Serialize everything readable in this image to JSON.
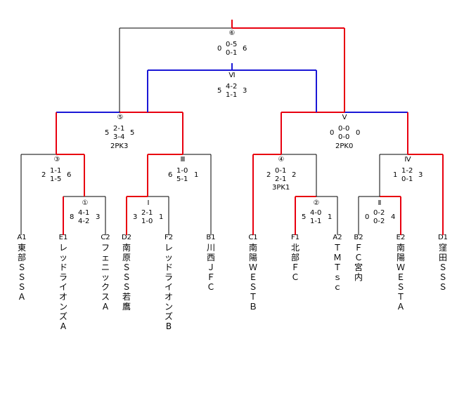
{
  "colors": {
    "winner": "#e8000f",
    "blue": "#1a17d6",
    "line": "#000000"
  },
  "teams": [
    {
      "code": "A1",
      "name": "東部ＳＳＳ　Ａ"
    },
    {
      "code": "E1",
      "name": "レッドライオンズA"
    },
    {
      "code": "C2",
      "name": "フェニックスA"
    },
    {
      "code": "D2",
      "name": "南原ＳＳＳ若鷹"
    },
    {
      "code": "F2",
      "name": "レッドライオンズB"
    },
    {
      "code": "B1",
      "name": "川西ＪＦＣ"
    },
    {
      "code": "C1",
      "name": "南陽ＷＥＳＴ　Ｂ"
    },
    {
      "code": "F1",
      "name": "北部ＦＣ"
    },
    {
      "code": "A2",
      "name": "ＴＭＴｓｃ"
    },
    {
      "code": "B2",
      "name": "ＦＣ宮内"
    },
    {
      "code": "E2",
      "name": "南陽ＷＥＳＴ　Ａ"
    },
    {
      "code": "D1",
      "name": "窪田ＳＳＳ"
    }
  ],
  "matches": {
    "m1": {
      "label": "①",
      "left": "8",
      "right": "3",
      "h1": "4-1",
      "h2": "4-2"
    },
    "mI": {
      "label": "Ⅰ",
      "left": "3",
      "right": "1",
      "h1": "2-1",
      "h2": "1-0"
    },
    "m3": {
      "label": "③",
      "left": "2",
      "right": "6",
      "h1": "1-1",
      "h2": "1-5"
    },
    "mIII": {
      "label": "Ⅲ",
      "left": "6",
      "right": "1",
      "h1": "1-0",
      "h2": "5-1"
    },
    "m2": {
      "label": "②",
      "left": "5",
      "right": "1",
      "h1": "4-0",
      "h2": "1-1"
    },
    "mII": {
      "label": "Ⅱ",
      "left": "0",
      "right": "4",
      "h1": "0-2",
      "h2": "0-2"
    },
    "m4": {
      "label": "④",
      "left": "2",
      "right": "2",
      "h1": "0-1",
      "h2": "2-1",
      "pk": "3PK1"
    },
    "mIV": {
      "label": "Ⅳ",
      "left": "1",
      "right": "3",
      "h1": "1-2",
      "h2": "0-1"
    },
    "m5": {
      "label": "⑤",
      "left": "5",
      "right": "5",
      "h1": "2-1",
      "h2": "3-4",
      "pk": "2PK3"
    },
    "mV": {
      "label": "Ⅴ",
      "left": "0",
      "right": "0",
      "h1": "0-0",
      "h2": "0-0",
      "pk": "2PK0"
    },
    "mVI": {
      "label": "Ⅵ",
      "left": "5",
      "right": "3",
      "h1": "4-2",
      "h2": "1-1"
    },
    "final": {
      "label": "⑥",
      "left": "0",
      "right": "6",
      "h1": "0-5",
      "h2": "0-1"
    }
  }
}
